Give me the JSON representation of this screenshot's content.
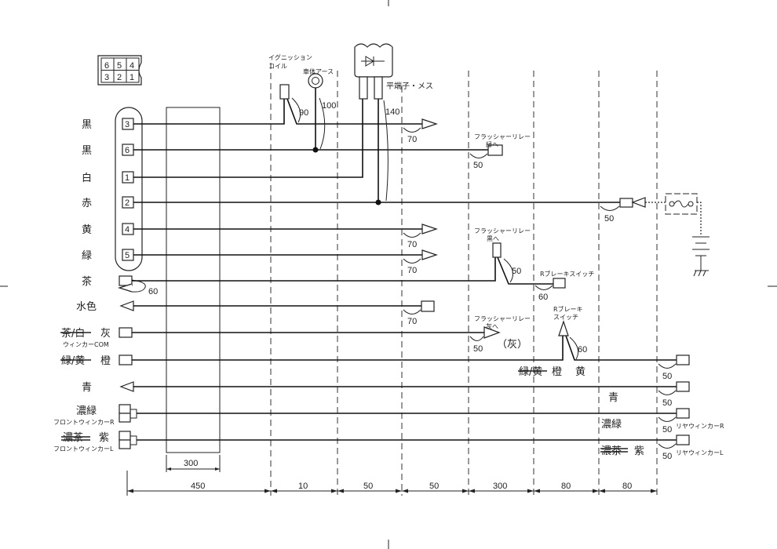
{
  "connector_pins": {
    "top": [
      "6",
      "5",
      "4"
    ],
    "bottom": [
      "3",
      "2",
      "1"
    ]
  },
  "wires": [
    {
      "color": "黒",
      "pin": "3"
    },
    {
      "color": "黒",
      "pin": "6"
    },
    {
      "color": "白",
      "pin": "1"
    },
    {
      "color": "赤",
      "pin": "2"
    },
    {
      "color": "黄",
      "pin": "4"
    },
    {
      "color": "緑",
      "pin": "5"
    },
    {
      "color": "茶"
    },
    {
      "color": "水色"
    },
    {
      "color_old": "茶/白",
      "color": "灰",
      "note": "ウィンカーCOM"
    },
    {
      "color_old": "緑/黄",
      "color": "橙"
    },
    {
      "color": "青"
    },
    {
      "color": "濃緑",
      "note": "フロントウィンカーR"
    },
    {
      "color_old": "濃茶",
      "color": "紫",
      "note": "フロントウィンカーL"
    }
  ],
  "components": {
    "ignition_coil": [
      "イグニッション",
      "コイル"
    ],
    "body_ground": "車体アース",
    "flat_terminal": "平端子・メス",
    "relay_green": [
      "フラッシャーリレー",
      "緑へ"
    ],
    "relay_black": [
      "フラッシャーリレー",
      "黒へ"
    ],
    "relay_gray": [
      "フラッシャーリレー",
      "灰へ"
    ],
    "gray_mark": "（灰）",
    "r_brake_switch": "Rブレーキスイッチ",
    "r_brake_switch2": [
      "Rブレーキ",
      "スイッチ"
    ],
    "rear_winker_r": "リヤウィンカーR",
    "rear_winker_l": "リヤウィンカーL"
  },
  "right_labels": {
    "orange_old": "緑/黄",
    "orange": "橙",
    "yellow": "黄",
    "blue": "青",
    "dark_green": "濃緑",
    "dark_brown_old": "濃茶",
    "purple": "紫"
  },
  "lengths": {
    "coil": "90",
    "ground": "100",
    "terminal": "140",
    "row1": "70",
    "relay_green": "50",
    "red": "50",
    "yellow": "70",
    "green": "70",
    "brown_loop": "60",
    "relay_black": "50",
    "brake": "60",
    "light_blue": "70",
    "relay_gray": "50",
    "brake2": "60",
    "rear_orange": "50",
    "rear_blue": "50",
    "rear_dg": "50",
    "rear_purple": "50"
  },
  "dimensions": {
    "tube": "300",
    "segments": [
      "450",
      "10",
      "50",
      "50",
      "300",
      "80",
      "80"
    ]
  }
}
